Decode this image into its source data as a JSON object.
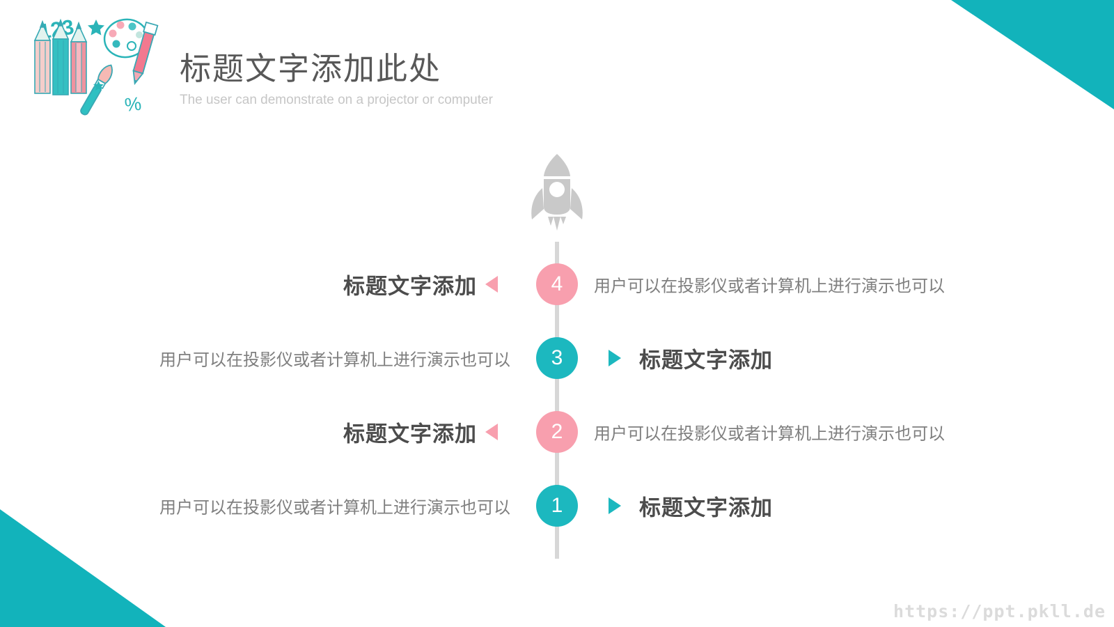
{
  "header": {
    "title": "标题文字添加此处",
    "subtitle": "The user can demonstrate on a projector or computer",
    "decor": {
      "numbers": "123",
      "percent": "%"
    }
  },
  "timeline": {
    "items": [
      {
        "number": "4",
        "color": "pink",
        "title": "标题文字添加",
        "desc": "用户可以在投影仪或者计算机上进行演示也可以"
      },
      {
        "number": "3",
        "color": "teal",
        "title": "标题文字添加",
        "desc": "用户可以在投影仪或者计算机上进行演示也可以"
      },
      {
        "number": "2",
        "color": "pink",
        "title": "标题文字添加",
        "desc": "用户可以在投影仪或者计算机上进行演示也可以"
      },
      {
        "number": "1",
        "color": "teal",
        "title": "标题文字添加",
        "desc": "用户可以在投影仪或者计算机上进行演示也可以"
      }
    ]
  },
  "watermark": "https://ppt.pkll.de",
  "icons": [
    "art-supplies-icon",
    "rocket-icon",
    "arrow-left-icon",
    "arrow-right-icon"
  ],
  "colors": {
    "corner_teal": "#12b3bb",
    "circle_teal": "#1cb8bf",
    "circle_pink": "#f89fae",
    "title_gray": "#585858",
    "item_title_gray": "#4c4c4c",
    "body_gray": "#7f7f7f",
    "rocket_gray": "#c9c9c9",
    "line_gray": "#d7d7d7",
    "subtitle_gray": "#c6c6c6",
    "watermark_gray": "#dbdbdb"
  }
}
